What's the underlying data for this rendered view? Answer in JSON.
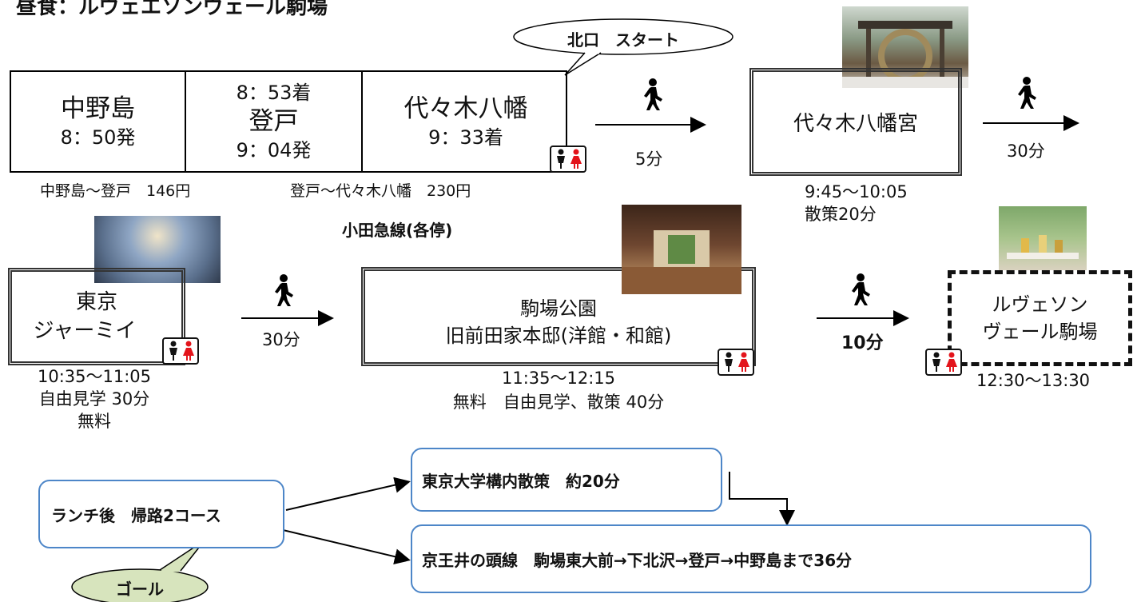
{
  "title": "昼食：ルヴェエソンヴェール駒場",
  "start_bubble": "北口　スタート",
  "goal_bubble": "ゴール",
  "train": {
    "stop1_name": "中野島",
    "stop1_time": "8：50発",
    "stop2_arr": "8：53着",
    "stop2_name": "登戸",
    "stop2_dep": "9：04発",
    "stop3_name": "代々木八幡",
    "stop3_time": "9：33着"
  },
  "fares": {
    "fare1": "中野島～登戸　146円",
    "fare2": "登戸～代々木八幡　230円"
  },
  "line_name": "小田急線(各停)",
  "walks": [
    {
      "label": "5分"
    },
    {
      "label": "30分"
    },
    {
      "label": "30分"
    },
    {
      "label": "10分"
    }
  ],
  "spots": [
    {
      "name": "代々木八幡宮",
      "time": "9:45～10:05",
      "note": "散策20分"
    },
    {
      "name_line1": "東京",
      "name_line2": "ジャーミイ",
      "time": "10:35～11:05",
      "note": "自由見学 30分",
      "note2": "無料"
    },
    {
      "name_line1": "駒場公園",
      "name_line2": "旧前田家本邸(洋館・和館)",
      "time": "11:35～12:15",
      "note": "無料　自由見学、散策 40分"
    },
    {
      "name_line1": "ルヴェソン",
      "name_line2": "ヴェール駒場",
      "time": "12:30～13:30"
    }
  ],
  "return": {
    "start": "ランチ後　帰路2コース",
    "route1": "東京大学構内散策　約20分",
    "route2": "京王井の頭線　駒場東大前→下北沢→登戸→中野島まで36分"
  },
  "colors": {
    "accent_blue": "#4d86c8",
    "bubble_green": "#d7e4bd",
    "female_red": "#e3141b"
  },
  "icons": [
    "walking-person-icon",
    "restroom-icon",
    "arrow-right-icon",
    "arrow-down-icon"
  ]
}
